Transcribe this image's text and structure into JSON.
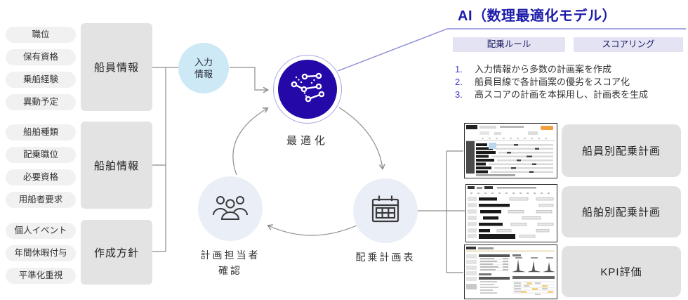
{
  "diagram": {
    "pill_groups": [
      {
        "box": "船員情報",
        "pills": [
          "職位",
          "保有資格",
          "乗船経験",
          "異動予定"
        ]
      },
      {
        "box": "船舶情報",
        "pills": [
          "船舶種類",
          "配乗職位",
          "必要資格",
          "用船者要求"
        ]
      },
      {
        "box": "作成方針",
        "pills": [
          "個人イベント",
          "年間休暇付与",
          "平準化重視"
        ]
      }
    ],
    "nodes": {
      "input": {
        "line1": "入力",
        "line2": "情報"
      },
      "optimize": {
        "label": "最適化"
      },
      "planner": {
        "line1": "計画担当者",
        "line2": "確認"
      },
      "schedule": {
        "label": "配乗計画表"
      }
    },
    "icons": {
      "optimize": "network-graph-icon",
      "planner": "people-icon",
      "schedule": "calendar-icon"
    }
  },
  "ai_panel": {
    "title": "AI（数理最適化モデル）",
    "tabs": [
      "配乗ルール",
      "スコアリング"
    ],
    "steps": [
      {
        "num": "1.",
        "text": "入力情報から多数の計画案を作成"
      },
      {
        "num": "2.",
        "text": "船員目線で各計画案の優劣をスコア化"
      },
      {
        "num": "3.",
        "text": "高スコアの計画を本採用し、計画表を生成"
      }
    ],
    "outputs": [
      "船員別配乗計画",
      "船舶別配乗計画",
      "KPI評価"
    ]
  },
  "colors": {
    "title_blue": "#1c1caa",
    "optimize_circle": "#2408a8",
    "optimize_ring": "#a8a8e4",
    "input_circle": "#cde9f6",
    "process_circle": "#eaeef7",
    "tab_bg": "#e3e3f4",
    "step_number": "#3a3ac8",
    "connector_gray": "#8c8c8c",
    "callout_line": "#8a8ad8",
    "box_gray": "#e3e3e3",
    "thumb_orange": "#f0a040",
    "thumb_highlight_yellow": "#f2d488"
  }
}
